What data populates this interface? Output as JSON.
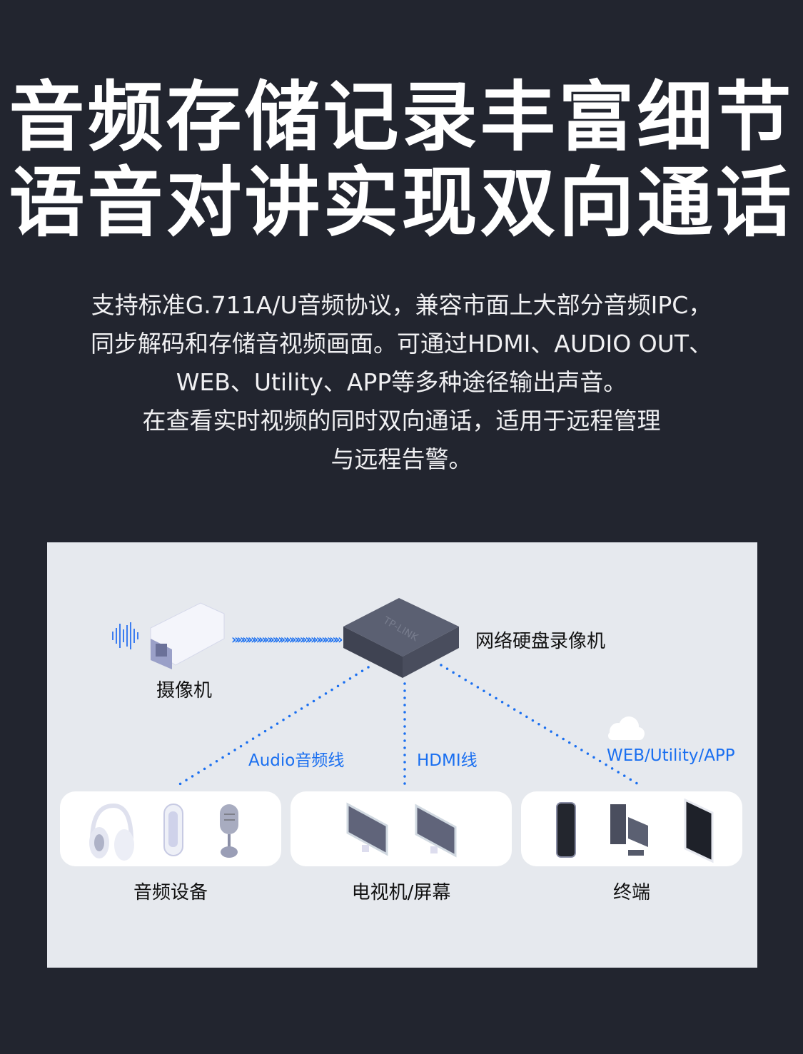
{
  "title": {
    "line1": "音频存储记录丰富细节",
    "line2": "语音对讲实现双向通话"
  },
  "description": [
    "支持标准G.711A/U音频协议，兼容市面上大部分音频IPC，",
    "同步解码和存储音视频画面。可通过HDMI、AUDIO OUT、",
    "WEB、Utility、APP等多种途径输出声音。",
    "在查看实时视频的同时双向通话，适用于远程管理",
    "与远程告警。"
  ],
  "diagram": {
    "camera_label": "摄像机",
    "nvr_label": "网络硬盘录像机",
    "nvr_brand": "TP-LINK",
    "links": {
      "audio": "Audio音频线",
      "hdmi": "HDMI线",
      "web": "WEB/Utility/APP"
    },
    "groups": [
      {
        "label": "音频设备",
        "icons": [
          "headphones-icon",
          "speaker-icon",
          "microphone-icon"
        ]
      },
      {
        "label": "电视机/屏幕",
        "icons": [
          "monitor-icon",
          "monitor-icon"
        ]
      },
      {
        "label": "终端",
        "icons": [
          "phone-icon",
          "desktop-pc-icon",
          "tablet-icon"
        ]
      }
    ],
    "colors": {
      "accent": "#1a6ff0",
      "panel": "#e6e9ee",
      "background": "#22252f"
    }
  }
}
